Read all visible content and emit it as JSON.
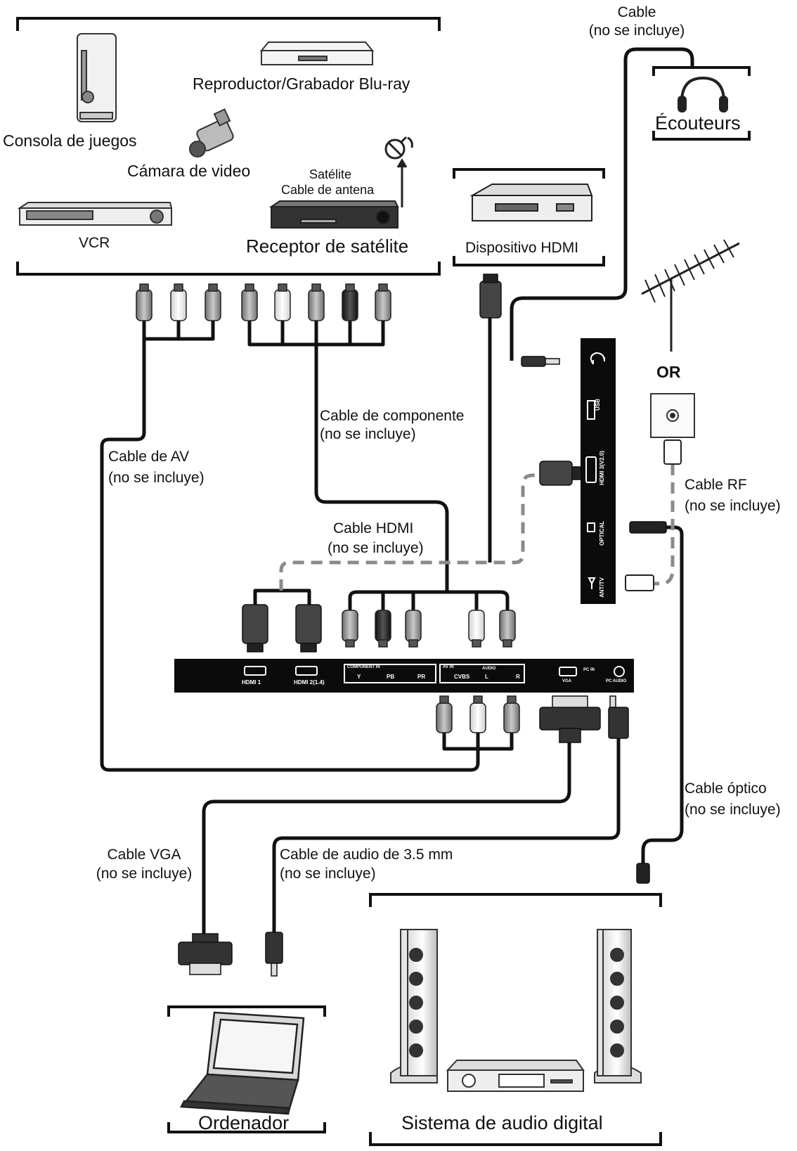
{
  "devices": {
    "bluray": "Reproductor/Grabador Blu-ray",
    "console": "Consola de juegos",
    "camcorder": "Cámara de video",
    "satellite_small": "Satélite",
    "antenna_cable": "Cable de antena",
    "vcr": "VCR",
    "sat_receiver": "Receptor de satélite",
    "hdmi_device": "Dispositivo HDMI",
    "headphones": "Écouteurs",
    "computer": "Ordenador",
    "audio_system": "Sistema de audio digital"
  },
  "cables": {
    "top_cable": "Cable",
    "top_cable_note": "(no se incluye)",
    "component": "Cable de componente",
    "component_note": "(no se incluye)",
    "av": "Cable de AV",
    "av_note": "(no se incluye)",
    "hdmi": "Cable HDMI",
    "hdmi_note": "(no se incluye)",
    "rf": "Cable RF",
    "rf_note": "(no se incluye)",
    "optical": "Cable óptico",
    "optical_note": "(no se incluye)",
    "vga": "Cable VGA",
    "vga_note": "(no se incluye)",
    "audio35": "Cable de audio de 3.5 mm",
    "audio35_note": "(no se incluye)"
  },
  "antenna_or": "OR",
  "side_panel": {
    "usb": "USB",
    "hdmi3": "HDMI 3(V2.0)",
    "optical": "OPTICAL",
    "antenna": "ANT/TV"
  },
  "bottom_panel": {
    "hdmi1": "HDMI 1",
    "hdmi2": "HDMI 2(1.4)",
    "component_in": "COMPONENT IN",
    "y": "Y",
    "pb": "PB",
    "pr": "PR",
    "av_in": "AV IN",
    "cvbs": "CVBS",
    "audio": "AUDIO",
    "l": "L",
    "r": "R",
    "vga": "VGA",
    "pc_in": "PC IN",
    "pc_audio": "PC AUDIO"
  },
  "colors": {
    "cable": "#111111",
    "hdmi_dashed": "#8a8a8a",
    "panel": "#0b0b0b",
    "plug_grey": "#9a9a9a",
    "plug_white": "#ffffff",
    "plug_black": "#222222"
  }
}
